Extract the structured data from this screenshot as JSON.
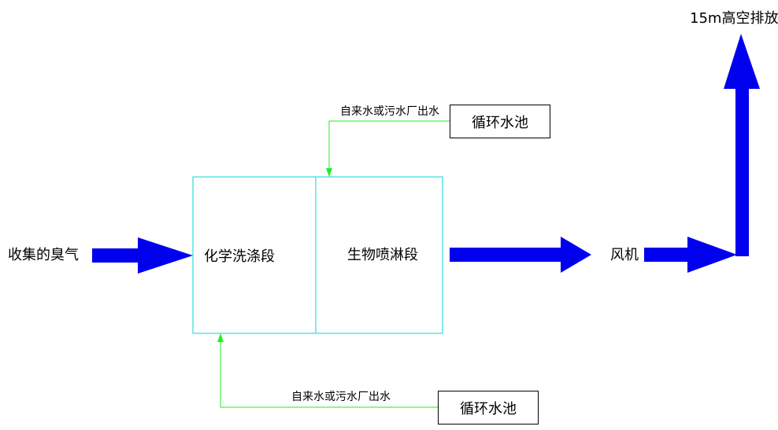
{
  "nodes": {
    "source": "收集的臭气",
    "chem_wash": "化学洗涤段",
    "bio_spray": "生物喷淋段",
    "fan": "风机",
    "discharge": "15m高空排放",
    "pool_top": "循环水池",
    "pool_bottom": "循环水池"
  },
  "edges": {
    "water_top": "自来水或污水厂出水",
    "water_bottom": "自来水或污水厂出水"
  },
  "colors": {
    "arrow": "#0000ee",
    "water_line": "#22ee22",
    "scrubber_outline": "#33dddd",
    "box_outline": "#000000"
  }
}
